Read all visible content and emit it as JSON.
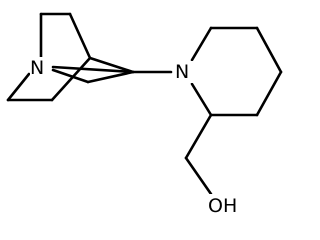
{
  "molecule": {
    "atom_labels": {
      "quinuclidine_nitrogen": "N",
      "piperidine_nitrogen": "N",
      "hydroxyl": "OH"
    }
  },
  "colors": {
    "bond": "#000000",
    "label": "#000000",
    "background": "#ffffff"
  }
}
